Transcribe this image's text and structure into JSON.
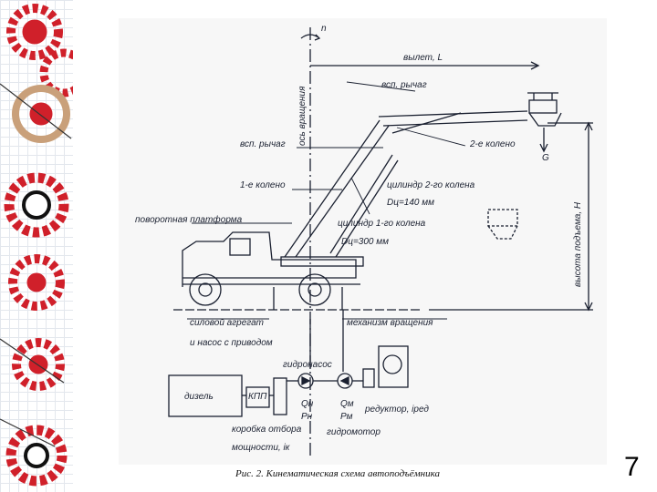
{
  "labels": {
    "rotation_axis": "ось вращения",
    "n": "n",
    "reach": "вылет, L",
    "aux_lever_top": "всп. рычаг",
    "knee2": "2-е колено",
    "G": "G",
    "aux_lever_left": "всп. рычаг",
    "knee1": "1-е колено",
    "cyl2": "цилиндр 2-го колена",
    "d2": "Dц=140 мм",
    "platform": "поворотная платформа",
    "cyl1": "цилиндр 1-го колена",
    "d1": "Dц=300 мм",
    "lift_height": "высота подъема, H",
    "power_unit": "силовой агрегат",
    "pump_drive": "и насос с приводом",
    "rotation_mech": "механизм вращения",
    "hydraulic_pump": "гидронасос",
    "diesel": "дизель",
    "kpp": "КПП",
    "qn": "Qн",
    "pn": "Pн",
    "qm": "Qм",
    "pm": "Pм",
    "reducer": "редуктор, iред",
    "pto1": "коробка отбора",
    "pto2": "мощности, iк",
    "hydromotor": "гидромотор"
  },
  "caption": "Рис. 2. Кинематическая схема автоподъёмника",
  "page_number": "7",
  "colors": {
    "ink": "#1a2030",
    "accent": "#d0202a",
    "paper": "#f7f7f7"
  }
}
